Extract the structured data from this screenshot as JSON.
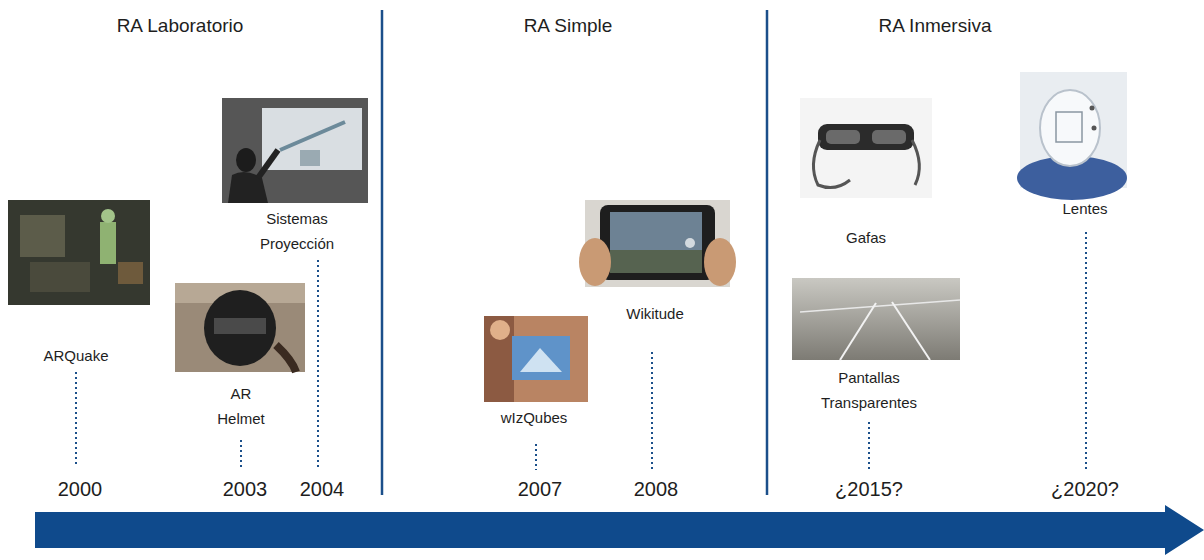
{
  "diagram": {
    "labels": [
      "RA Laboratorio",
      "RA Simple",
      "RA Inmersiva",
      "ARQuake",
      "AR Helmet",
      "Sistemas Proyección",
      "wIzQubes",
      "Wikitude",
      "Gafas",
      "Pantallas Transparentes",
      "Lentes",
      "2000",
      "2003",
      "2004",
      "2007",
      "2008",
      "¿2015?",
      "¿2020?"
    ]
  }
}
